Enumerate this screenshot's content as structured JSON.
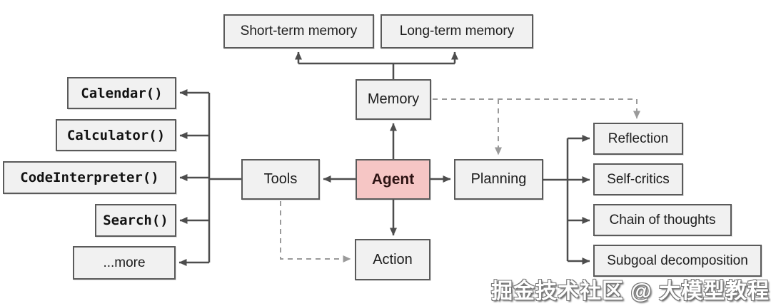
{
  "diagram": {
    "type": "flowchart",
    "subject": "LLM agent overview",
    "nodes": {
      "short_term_memory": {
        "label": "Short-term memory"
      },
      "long_term_memory": {
        "label": "Long-term memory"
      },
      "memory": {
        "label": "Memory"
      },
      "agent": {
        "label": "Agent"
      },
      "tools": {
        "label": "Tools"
      },
      "planning": {
        "label": "Planning"
      },
      "action": {
        "label": "Action"
      },
      "calendar": {
        "label": "Calendar()"
      },
      "calculator": {
        "label": "Calculator()"
      },
      "code_interpreter": {
        "label": "CodeInterpreter()"
      },
      "search": {
        "label": "Search()"
      },
      "more": {
        "label": "...more"
      },
      "reflection": {
        "label": "Reflection"
      },
      "self_critics": {
        "label": "Self-critics"
      },
      "chain_of_thoughts": {
        "label": "Chain of thoughts"
      },
      "subgoal_decomposition": {
        "label": "Subgoal decomposition"
      }
    },
    "edges": [
      {
        "from": "memory",
        "to": "short_term_memory",
        "style": "solid"
      },
      {
        "from": "memory",
        "to": "long_term_memory",
        "style": "solid"
      },
      {
        "from": "agent",
        "to": "memory",
        "style": "solid"
      },
      {
        "from": "agent",
        "to": "tools",
        "style": "solid"
      },
      {
        "from": "agent",
        "to": "planning",
        "style": "solid"
      },
      {
        "from": "agent",
        "to": "action",
        "style": "solid"
      },
      {
        "from": "tools",
        "to": "calendar",
        "style": "solid"
      },
      {
        "from": "tools",
        "to": "calculator",
        "style": "solid"
      },
      {
        "from": "tools",
        "to": "code_interpreter",
        "style": "solid"
      },
      {
        "from": "tools",
        "to": "search",
        "style": "solid"
      },
      {
        "from": "tools",
        "to": "more",
        "style": "solid"
      },
      {
        "from": "planning",
        "to": "reflection",
        "style": "solid"
      },
      {
        "from": "planning",
        "to": "self_critics",
        "style": "solid"
      },
      {
        "from": "planning",
        "to": "chain_of_thoughts",
        "style": "solid"
      },
      {
        "from": "planning",
        "to": "subgoal_decomposition",
        "style": "solid"
      },
      {
        "from": "memory",
        "to": "planning",
        "style": "dashed"
      },
      {
        "from": "memory",
        "to": "reflection",
        "style": "dashed"
      },
      {
        "from": "tools",
        "to": "action",
        "style": "dashed"
      }
    ],
    "colors": {
      "background": "#ffffff",
      "node_fill": "#f1f1f1",
      "node_border": "#5a5a5a",
      "agent_fill": "#f6c6c5",
      "solid_line": "#4d4d4d",
      "dashed_line": "#9a9a9a"
    },
    "watermark": {
      "text": "掘金技术社区 @ 大模型教程"
    }
  }
}
